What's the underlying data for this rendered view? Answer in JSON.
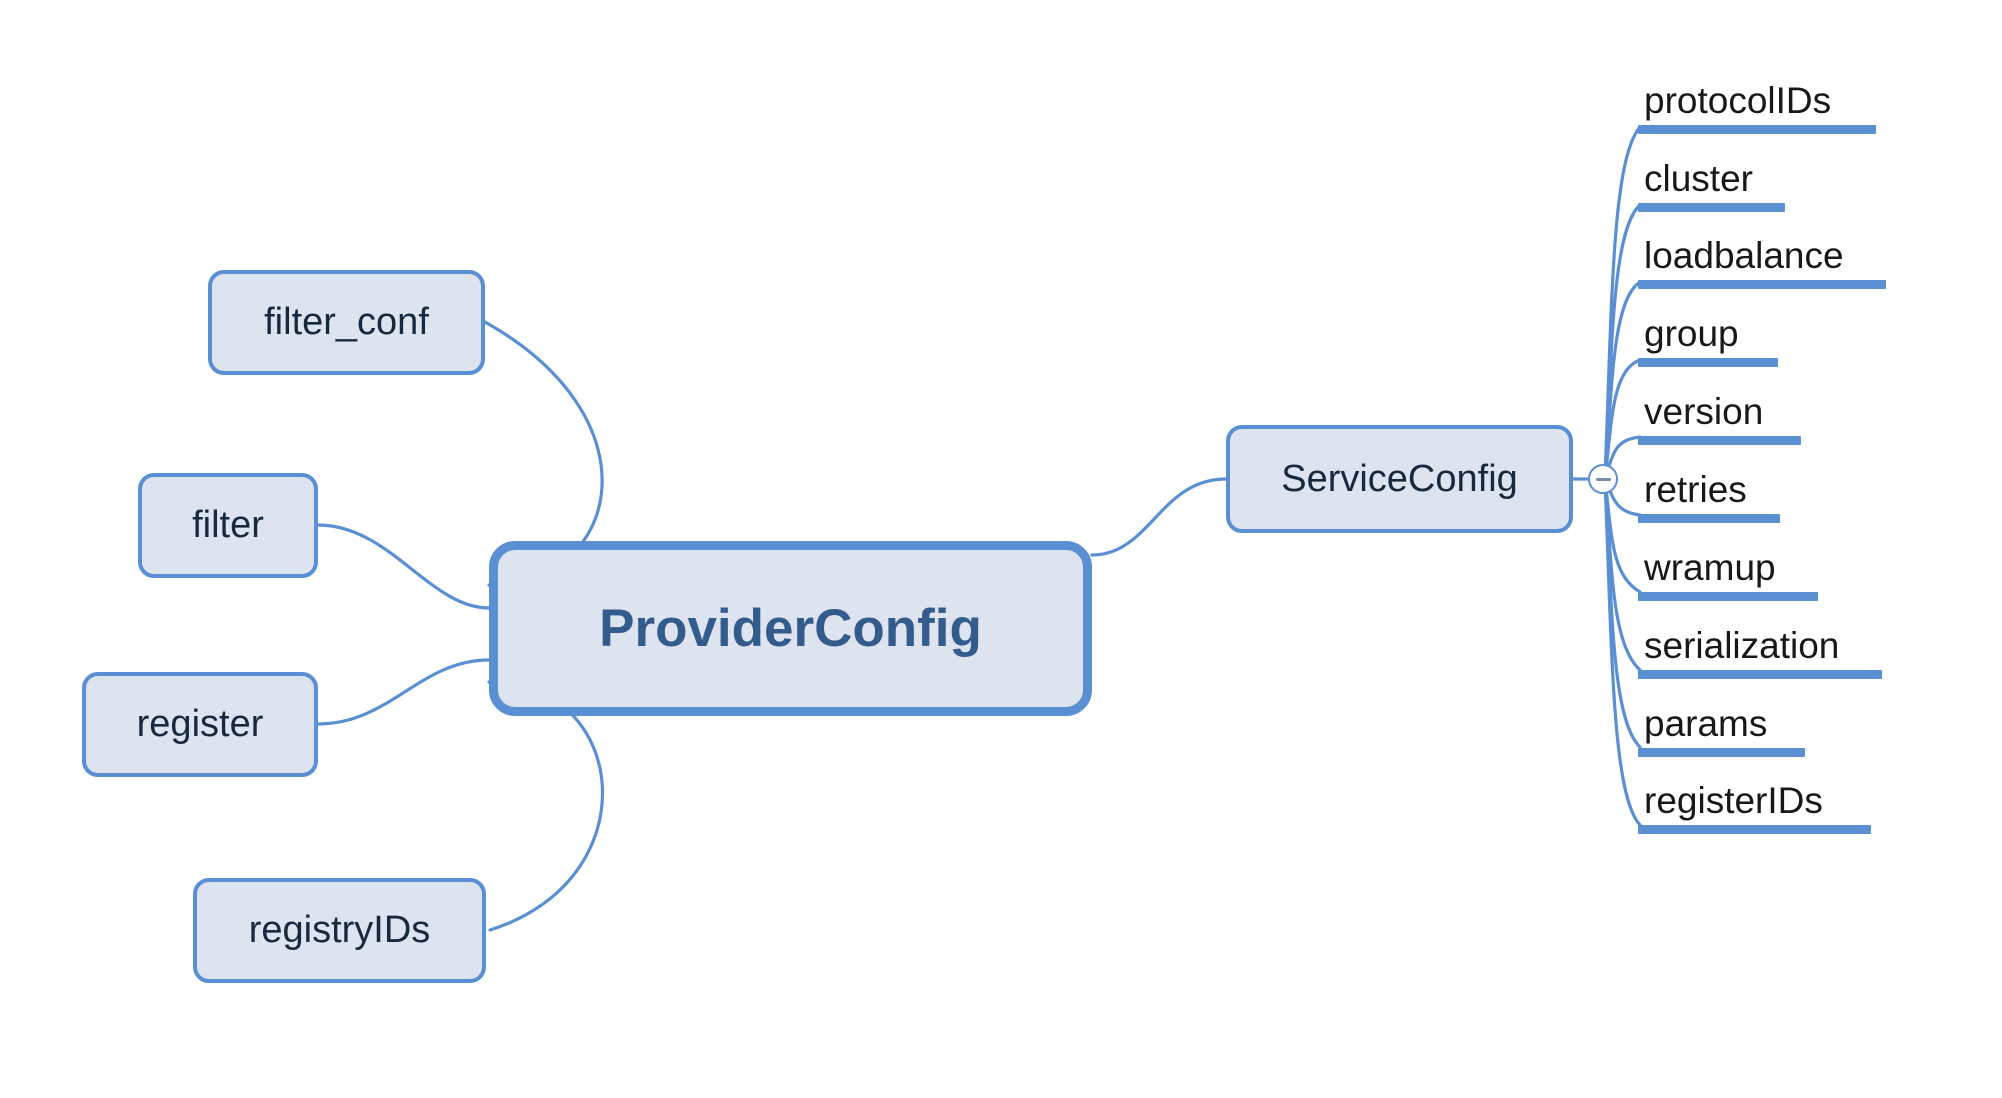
{
  "diagram": {
    "type": "mindmap",
    "title": "ProviderConfig mind map",
    "colors": {
      "node_fill": "#dde4ef",
      "node_border": "#5b8fd4",
      "root_text": "#335b8c",
      "branch_text": "#16293f",
      "leaf_text": "#18181a",
      "edge": "#5b8fd4",
      "background": "#ffffff"
    },
    "root": {
      "label": "ProviderConfig"
    },
    "left_children": [
      {
        "label": "filter_conf"
      },
      {
        "label": "filter"
      },
      {
        "label": "register"
      },
      {
        "label": "registryIDs"
      }
    ],
    "right_children": [
      {
        "label": "ServiceConfig",
        "collapse_toggle": {
          "icon": "minus-icon",
          "state": "expanded"
        },
        "leaves": [
          {
            "label": "protocolIDs"
          },
          {
            "label": "cluster"
          },
          {
            "label": "loadbalance"
          },
          {
            "label": "group"
          },
          {
            "label": "version"
          },
          {
            "label": "retries"
          },
          {
            "label": "wramup"
          },
          {
            "label": "serialization"
          },
          {
            "label": "params"
          },
          {
            "label": "registerIDs"
          }
        ]
      }
    ]
  }
}
